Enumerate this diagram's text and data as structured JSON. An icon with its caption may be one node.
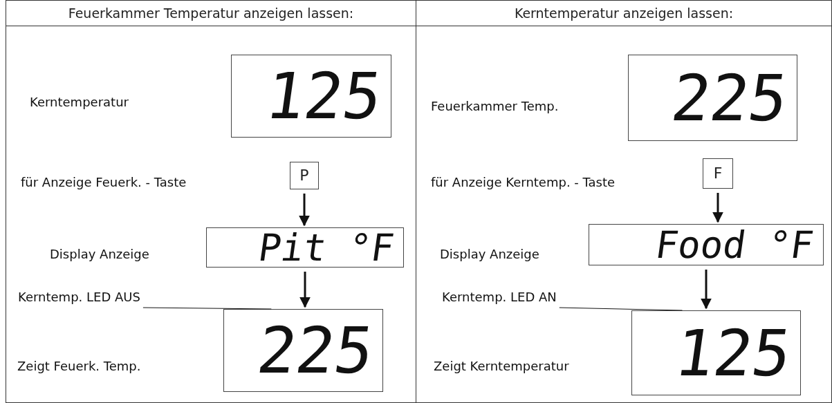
{
  "diagram": {
    "nodes": [
      {
        "text": [
          "Feuerkammer Temperatur anzeigen lassen:"
        ]
      },
      {
        "text": [
          "125"
        ],
        "in": 0
      },
      {
        "text": [
          "P"
        ],
        "in": 0
      },
      {
        "text": [
          "Pit °F"
        ],
        "in": 0
      },
      {
        "text": [
          "Kerntemp. LED AUS"
        ],
        "in": 0
      },
      {
        "text": [
          "225"
        ],
        "in": 0
      },
      {
        "text": [
          "Kerntemperatur anzeigen lassen:"
        ]
      },
      {
        "text": [
          "225"
        ],
        "in": 6
      },
      {
        "text": [
          "F"
        ],
        "in": 6
      },
      {
        "text": [
          "Food °F"
        ],
        "in": 6
      },
      {
        "text": [
          "Kerntemp. LED AN"
        ],
        "in": 6
      },
      {
        "text": [
          "125"
        ],
        "in": 6
      }
    ],
    "edges": [
      {
        "from": 2,
        "to": 3,
        "arrow": "to"
      },
      {
        "from": 3,
        "to": 5,
        "arrow": "to"
      },
      {
        "from": 4,
        "to": 5,
        "arrow": "none"
      },
      {
        "from": 8,
        "to": 9,
        "arrow": "to"
      },
      {
        "from": 9,
        "to": 11,
        "arrow": "to"
      },
      {
        "from": 10,
        "to": 11,
        "arrow": "none"
      }
    ],
    "labels": [
      "Kerntemperatur",
      "Feuerkammer Temp.",
      "für Anzeige Feuerk. - Taste",
      "für Anzeige Kerntemp. - Taste",
      "Display Anzeige",
      "Display Anzeige",
      "Zeigt Feuerk. Temp.",
      "Zeigt Kerntemperatur"
    ]
  }
}
